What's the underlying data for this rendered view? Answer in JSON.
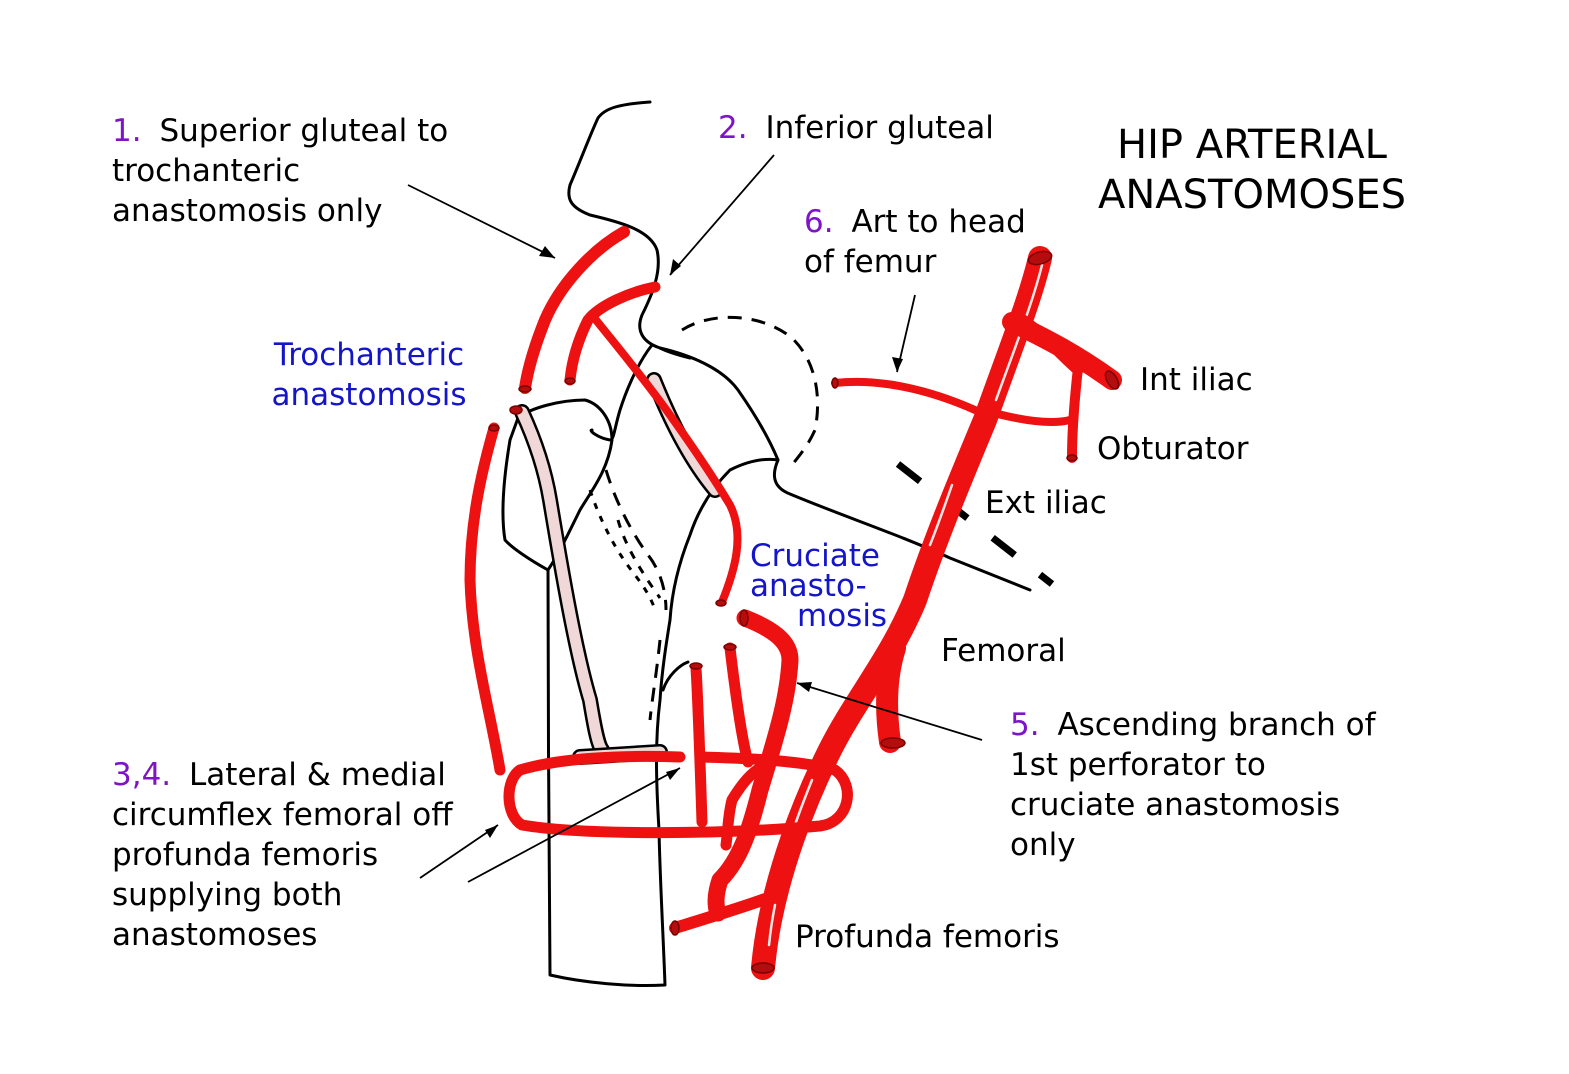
{
  "title": {
    "line1": "HIP ARTERIAL",
    "line2": "ANASTOMOSES"
  },
  "labels": {
    "superior_gluteal": {
      "num": "1.",
      "line1": "Superior gluteal to",
      "line2": "trochanteric",
      "line3": "anastomosis only"
    },
    "inferior_gluteal": {
      "num": "2.",
      "text": "Inferior gluteal"
    },
    "head_of_femur": {
      "num": "6.",
      "line1": "Art to head",
      "line2": "of femur"
    },
    "trochanteric": {
      "line1": "Trochanteric",
      "line2": "anastomosis"
    },
    "cruciate": {
      "line1": "Cruciate",
      "line2": "anasto-",
      "line3": "mosis"
    },
    "int_iliac": "Int iliac",
    "obturator": "Obturator",
    "ext_iliac": "Ext iliac",
    "femoral": "Femoral",
    "ascending_branch": {
      "num": "5.",
      "line1": "Ascending branch of",
      "line2": "1st perforator to",
      "line3": "cruciate anastomosis",
      "line4": "only"
    },
    "circumflex": {
      "num": "3,4.",
      "line1": "Lateral & medial",
      "line2": "circumflex femoral off",
      "line3": "profunda femoris",
      "line4": "supplying both",
      "line5": "anastomoses"
    },
    "profunda": "Profunda femoris"
  },
  "colors": {
    "artery": "#ee1111",
    "number": "#7d14c6",
    "anastomosis_label": "#1414c8",
    "pale_vessel": "#f0d8d8"
  }
}
